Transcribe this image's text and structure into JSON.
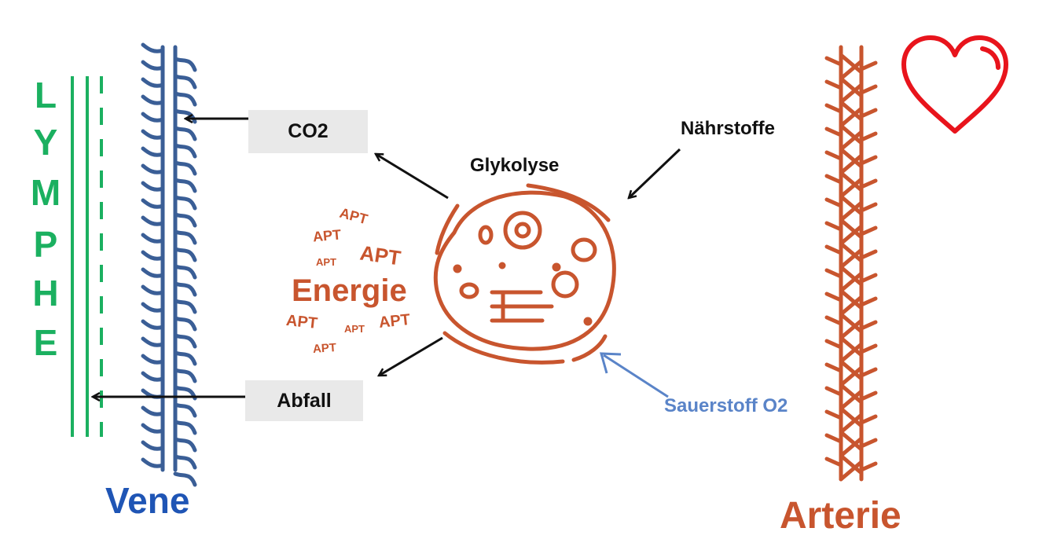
{
  "diagram": {
    "lymph": {
      "letters": [
        "L",
        "Y",
        "M",
        "P",
        "H",
        "E"
      ],
      "color": "#1bb060"
    },
    "vein": {
      "label": "Vene",
      "line_color": "#3a5e96",
      "label_color": "#1f55b5"
    },
    "artery": {
      "label": "Arterie",
      "color": "#c8552e"
    },
    "heart_icon": {
      "name": "heart-icon",
      "color": "#e8141c"
    },
    "cell": {
      "name": "cell-icon",
      "color": "#c8552e"
    },
    "labels": {
      "co2": "CO2",
      "abfall": "Abfall",
      "glykolyse": "Glykolyse",
      "naehrstoffe": "Nährstoffe",
      "sauerstoff": "Sauerstoff O2",
      "energie": "Energie"
    },
    "apt_words": [
      "APT",
      "APT",
      "APT",
      "APT",
      "APT",
      "APT",
      "APT",
      "APT"
    ],
    "colors": {
      "text": "#111111",
      "energy": "#c8552e",
      "oxygen": "#5a84c8",
      "box": "#e9e9e9"
    }
  }
}
